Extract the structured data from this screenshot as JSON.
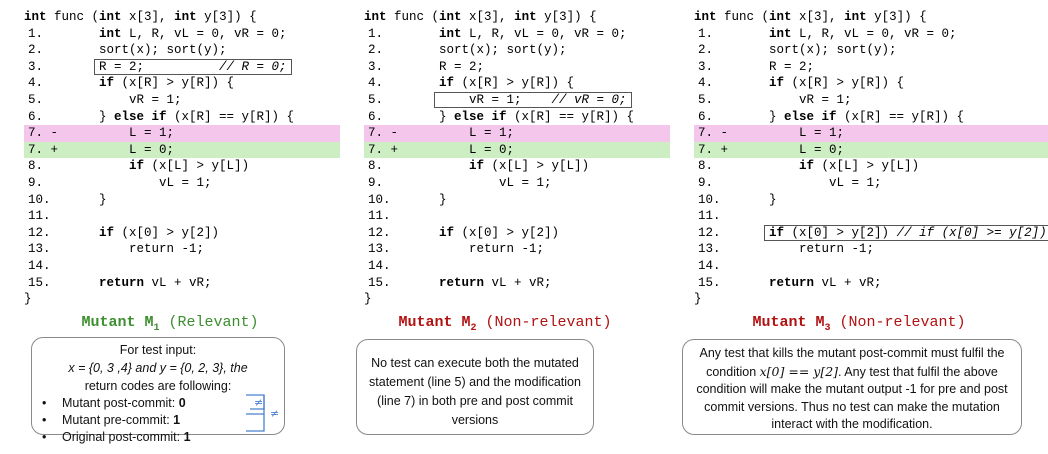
{
  "panels": [
    {
      "code": [
        {
          "n": "",
          "t": "<b class='kw'>int</b> func (<b class='kw'>int</b> x[3], <b class='kw'>int</b> y[3]) {"
        },
        {
          "n": "1.",
          "t": "          <b class='kw'>int</b> L, R, vL = 0, vR = 0;"
        },
        {
          "n": "2.",
          "t": "          sort(x); sort(y);"
        },
        {
          "n": "3.",
          "t": "          <span class='box'>R = 2;          <span class='cm'>// R = 0;</span></span>"
        },
        {
          "n": "4.",
          "t": "          <b class='kw'>if</b> (x[R] &gt; y[R]) {"
        },
        {
          "n": "5.",
          "t": "              vR = 1;"
        },
        {
          "n": "6.",
          "t": "          } <b class='kw'>else if</b> (x[R] == y[R]) {"
        },
        {
          "n": "7. -",
          "t": "              L = 1;",
          "cls": "del"
        },
        {
          "n": "7. +",
          "t": "              L = 0;",
          "cls": "add"
        },
        {
          "n": "8.",
          "t": "              <b class='kw'>if</b> (x[L] &gt; y[L])"
        },
        {
          "n": "9.",
          "t": "                  vL = 1;"
        },
        {
          "n": "10.",
          "t": "          }"
        },
        {
          "n": "11.",
          "t": ""
        },
        {
          "n": "12.",
          "t": "          <b class='kw'>if</b> (x[0] &gt; y[2])"
        },
        {
          "n": "13.",
          "t": "              return -1;"
        },
        {
          "n": "14.",
          "t": ""
        },
        {
          "n": "15.",
          "t": "          <b class='kw'>return</b> vL + vR;"
        },
        {
          "n": "",
          "t": "}"
        }
      ],
      "title_pre": "Mutant M",
      "title_sub": "1",
      "title_post": " (Relevant)",
      "title_color": "#3c8f2e"
    },
    {
      "code": [
        {
          "n": "",
          "t": "<b class='kw'>int</b> func (<b class='kw'>int</b> x[3], <b class='kw'>int</b> y[3]) {"
        },
        {
          "n": "1.",
          "t": "          <b class='kw'>int</b> L, R, vL = 0, vR = 0;"
        },
        {
          "n": "2.",
          "t": "          sort(x); sort(y);"
        },
        {
          "n": "3.",
          "t": "          R = 2;"
        },
        {
          "n": "4.",
          "t": "          <b class='kw'>if</b> (x[R] &gt; y[R]) {"
        },
        {
          "n": "5.",
          "t": "          <span class='box'>    vR = 1;    <span class='cm'>// vR = 0;</span></span>"
        },
        {
          "n": "6.",
          "t": "          } <b class='kw'>else if</b> (x[R] == y[R]) {"
        },
        {
          "n": "7. -",
          "t": "              L = 1;",
          "cls": "del"
        },
        {
          "n": "7. +",
          "t": "              L = 0;",
          "cls": "add"
        },
        {
          "n": "8.",
          "t": "              <b class='kw'>if</b> (x[L] &gt; y[L])"
        },
        {
          "n": "9.",
          "t": "                  vL = 1;"
        },
        {
          "n": "10.",
          "t": "          }"
        },
        {
          "n": "11.",
          "t": ""
        },
        {
          "n": "12.",
          "t": "          <b class='kw'>if</b> (x[0] &gt; y[2])"
        },
        {
          "n": "13.",
          "t": "              return -1;"
        },
        {
          "n": "14.",
          "t": ""
        },
        {
          "n": "15.",
          "t": "          <b class='kw'>return</b> vL + vR;"
        },
        {
          "n": "",
          "t": "}"
        }
      ],
      "title_pre": "Mutant M",
      "title_sub": "2",
      "title_post": " (Non-relevant)",
      "title_color": "#b21111"
    },
    {
      "code": [
        {
          "n": "",
          "t": "<b class='kw'>int</b> func (<b class='kw'>int</b> x[3], <b class='kw'>int</b> y[3]) {"
        },
        {
          "n": "1.",
          "t": "          <b class='kw'>int</b> L, R, vL = 0, vR = 0;"
        },
        {
          "n": "2.",
          "t": "          sort(x); sort(y);"
        },
        {
          "n": "3.",
          "t": "          R = 2;"
        },
        {
          "n": "4.",
          "t": "          <b class='kw'>if</b> (x[R] &gt; y[R]) {"
        },
        {
          "n": "5.",
          "t": "              vR = 1;"
        },
        {
          "n": "6.",
          "t": "          } <b class='kw'>else if</b> (x[R] == y[R]) {"
        },
        {
          "n": "7. -",
          "t": "              L = 1;",
          "cls": "del"
        },
        {
          "n": "7. +",
          "t": "              L = 0;",
          "cls": "add"
        },
        {
          "n": "8.",
          "t": "              <b class='kw'>if</b> (x[L] &gt; y[L])"
        },
        {
          "n": "9.",
          "t": "                  vL = 1;"
        },
        {
          "n": "10.",
          "t": "          }"
        },
        {
          "n": "11.",
          "t": ""
        },
        {
          "n": "12.",
          "t": "          <span class='box'><b class='kw'>if</b> (x[0] &gt; y[2]) <span class='cm'>// if (x[0] &gt;= y[2])</span></span>"
        },
        {
          "n": "13.",
          "t": "              return -1;"
        },
        {
          "n": "14.",
          "t": ""
        },
        {
          "n": "15.",
          "t": "          <b class='kw'>return</b> vL + vR;"
        },
        {
          "n": "",
          "t": "}"
        }
      ],
      "title_pre": "Mutant M",
      "title_sub": "3",
      "title_post": " (Non-relevant)",
      "title_color": "#b21111"
    }
  ],
  "note1": {
    "line1": "For test input:",
    "line2": "x = {0, 3 ,4} and y = {0, 2, 3}, the",
    "line3": "return codes are following:",
    "bullets": [
      {
        "label": "Mutant post-commit: ",
        "value": "0"
      },
      {
        "label": "Mutant pre-commit: ",
        "value": "1"
      },
      {
        "label": "Original post-commit: ",
        "value": "1"
      }
    ],
    "neq1": "≠",
    "neq2": "≠",
    "connector_color": "#4a7fcf"
  },
  "note2": {
    "text": "No test can execute both the mutated statement (line 5) and the modification (line 7) in both pre and post commit versions"
  },
  "note3": {
    "text_a": "Any test that kills the mutant post-commit must fulfil the condition ",
    "math": "x[0] == y[2]",
    "text_b": ". Any test that fulfil the above condition will make the mutant output -1 for pre and post commit versions. Thus no test can make the mutation interact with the modification."
  }
}
